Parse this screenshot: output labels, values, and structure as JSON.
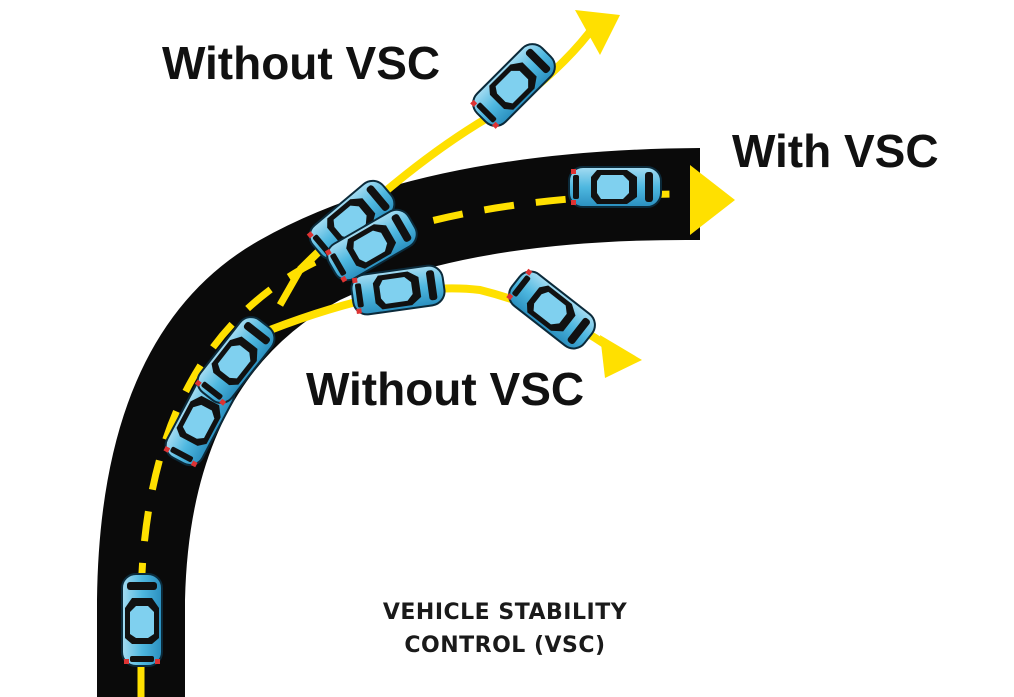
{
  "labels": {
    "without_top": "Without VSC",
    "with": "With VSC",
    "without_bottom": "Without VSC"
  },
  "caption": {
    "line1": "VEHICLE STABILITY",
    "line2": "CONTROL (VSC)"
  },
  "colors": {
    "background": "#ffffff",
    "road": "#0a0a0a",
    "arrow": "#ffe000",
    "car_body": "#4fb8e0",
    "car_body_light": "#a5dcf2",
    "car_glass": "#111111",
    "text": "#111111"
  },
  "icons": [
    "car-icon",
    "arrow-icon",
    "road-icon"
  ]
}
